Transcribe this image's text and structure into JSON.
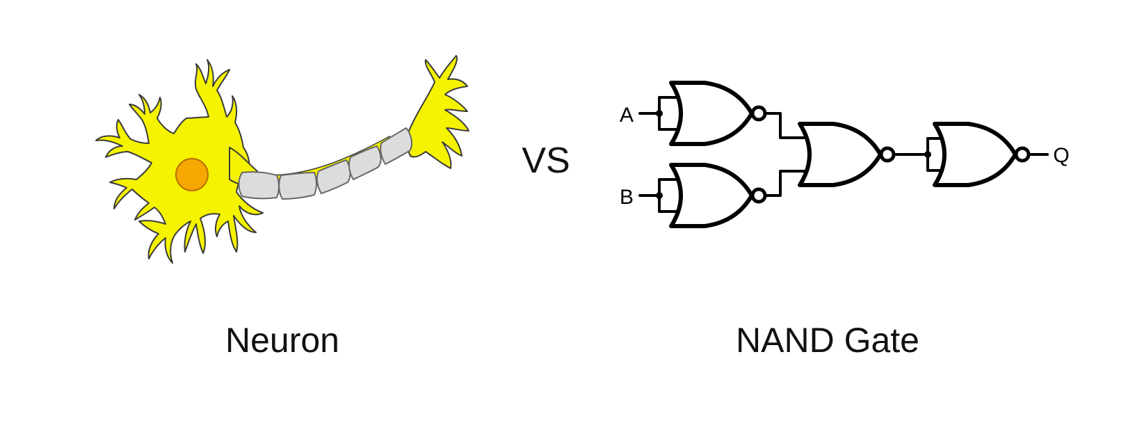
{
  "separator": "VS",
  "neuron": {
    "caption": "Neuron",
    "colors": {
      "body": "#f5f300",
      "outline": "#3a3a3a",
      "nucleus": "#f6a800",
      "nucleus_outline": "#b86e00",
      "myelin": "#dcdcdc",
      "myelin_outline": "#666666"
    }
  },
  "circuit": {
    "caption": "NAND Gate",
    "inputs": [
      "A",
      "B"
    ],
    "output": "Q",
    "gates": [
      "nor-gate-top",
      "nor-gate-bottom",
      "nor-gate-middle",
      "nor-gate-output"
    ],
    "colors": {
      "stroke": "#000000"
    }
  }
}
